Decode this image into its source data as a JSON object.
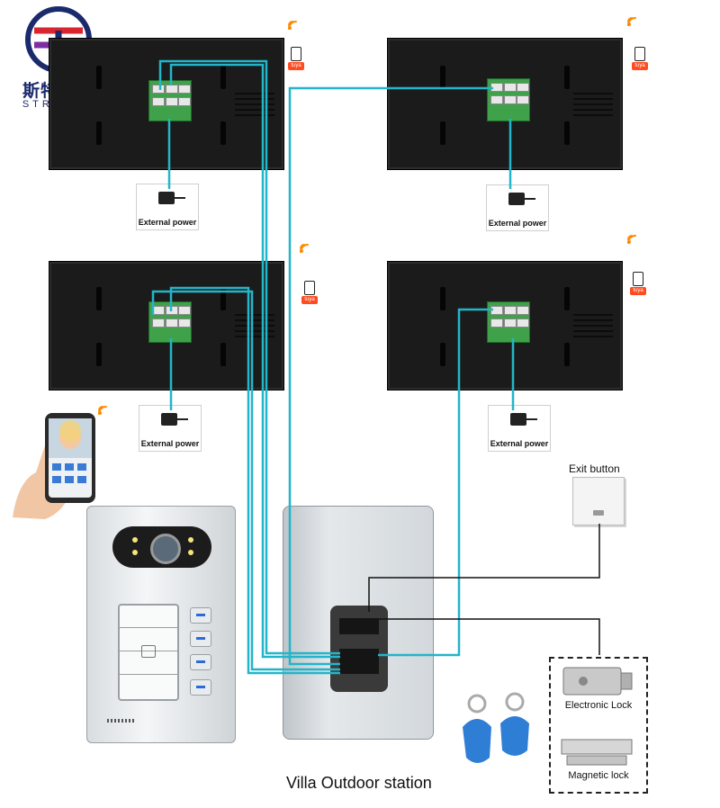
{
  "brand": {
    "name_cn": "斯特洛梵",
    "name_en": "STROVAN"
  },
  "monitors": [
    {
      "label": "External power"
    },
    {
      "label": "External power"
    },
    {
      "label": "External power"
    },
    {
      "label": "External power"
    }
  ],
  "app_badge": "tuya",
  "outdoor_station": {
    "caption": "Villa Outdoor station"
  },
  "exit_button": {
    "label": "Exit button"
  },
  "locks": {
    "electronic": "Electronic Lock",
    "magnetic": "Magnetic lock"
  },
  "colors": {
    "wire_main": "#23b5c9",
    "wire_aux": "#111111",
    "monitor_body": "#1b1b1b",
    "pcb": "#3fa14a",
    "tuya": "#ff4b1f",
    "wifi": "#ff8a00"
  }
}
